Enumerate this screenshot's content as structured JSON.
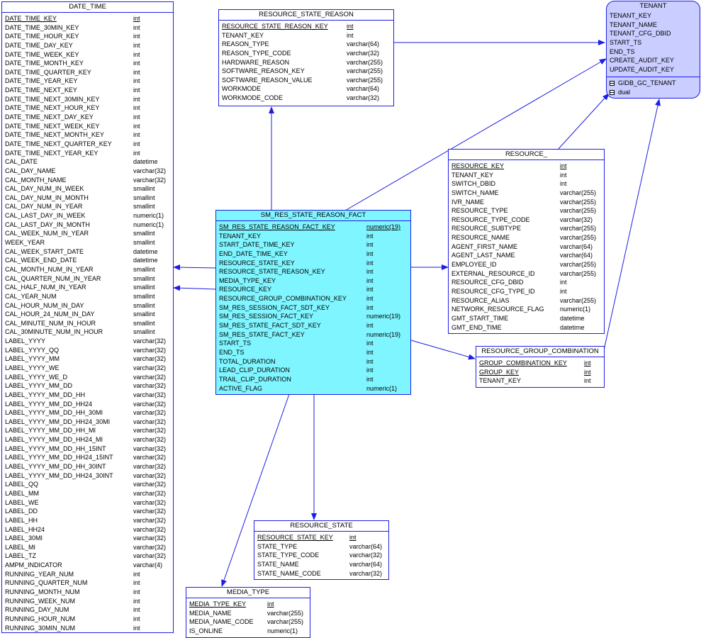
{
  "colors": {
    "border": "#1e1ee6",
    "fact_fill": "#7ff5ff",
    "tenant_fill": "#c9cdff",
    "arrow": "#1e1ee6"
  },
  "entities": {
    "date_time": {
      "title": "DATE_TIME",
      "columns": [
        {
          "name": "DATE_TIME_KEY",
          "type": "int",
          "pk": true
        },
        {
          "name": "DATE_TIME_30MIN_KEY",
          "type": "int"
        },
        {
          "name": "DATE_TIME_HOUR_KEY",
          "type": "int"
        },
        {
          "name": "DATE_TIME_DAY_KEY",
          "type": "int"
        },
        {
          "name": "DATE_TIME_WEEK_KEY",
          "type": "int"
        },
        {
          "name": "DATE_TIME_MONTH_KEY",
          "type": "int"
        },
        {
          "name": "DATE_TIME_QUARTER_KEY",
          "type": "int"
        },
        {
          "name": "DATE_TIME_YEAR_KEY",
          "type": "int"
        },
        {
          "name": "DATE_TIME_NEXT_KEY",
          "type": "int"
        },
        {
          "name": "DATE_TIME_NEXT_30MIN_KEY",
          "type": "int"
        },
        {
          "name": "DATE_TIME_NEXT_HOUR_KEY",
          "type": "int"
        },
        {
          "name": "DATE_TIME_NEXT_DAY_KEY",
          "type": "int"
        },
        {
          "name": "DATE_TIME_NEXT_WEEK_KEY",
          "type": "int"
        },
        {
          "name": "DATE_TIME_NEXT_MONTH_KEY",
          "type": "int"
        },
        {
          "name": "DATE_TIME_NEXT_QUARTER_KEY",
          "type": "int"
        },
        {
          "name": "DATE_TIME_NEXT_YEAR_KEY",
          "type": "int"
        },
        {
          "name": "CAL_DATE",
          "type": "datetime"
        },
        {
          "name": "CAL_DAY_NAME",
          "type": "varchar(32)"
        },
        {
          "name": "CAL_MONTH_NAME",
          "type": "varchar(32)"
        },
        {
          "name": "CAL_DAY_NUM_IN_WEEK",
          "type": "smallint"
        },
        {
          "name": "CAL_DAY_NUM_IN_MONTH",
          "type": "smallint"
        },
        {
          "name": "CAL_DAY_NUM_IN_YEAR",
          "type": "smallint"
        },
        {
          "name": "CAL_LAST_DAY_IN_WEEK",
          "type": "numeric(1)"
        },
        {
          "name": "CAL_LAST_DAY_IN_MONTH",
          "type": "numeric(1)"
        },
        {
          "name": "CAL_WEEK_NUM_IN_YEAR",
          "type": "smallint"
        },
        {
          "name": "WEEK_YEAR",
          "type": "smallint"
        },
        {
          "name": "CAL_WEEK_START_DATE",
          "type": "datetime"
        },
        {
          "name": "CAL_WEEK_END_DATE",
          "type": "datetime"
        },
        {
          "name": "CAL_MONTH_NUM_IN_YEAR",
          "type": "smallint"
        },
        {
          "name": "CAL_QUARTER_NUM_IN_YEAR",
          "type": "smallint"
        },
        {
          "name": "CAL_HALF_NUM_IN_YEAR",
          "type": "smallint"
        },
        {
          "name": "CAL_YEAR_NUM",
          "type": "smallint"
        },
        {
          "name": "CAL_HOUR_NUM_IN_DAY",
          "type": "smallint"
        },
        {
          "name": "CAL_HOUR_24_NUM_IN_DAY",
          "type": "smallint"
        },
        {
          "name": "CAL_MINUTE_NUM_IN_HOUR",
          "type": "smallint"
        },
        {
          "name": "CAL_30MINUTE_NUM_IN_HOUR",
          "type": "smallint"
        },
        {
          "name": "LABEL_YYYY",
          "type": "varchar(32)"
        },
        {
          "name": "LABEL_YYYY_QQ",
          "type": "varchar(32)"
        },
        {
          "name": "LABEL_YYYY_MM",
          "type": "varchar(32)"
        },
        {
          "name": "LABEL_YYYY_WE",
          "type": "varchar(32)"
        },
        {
          "name": "LABEL_YYYY_WE_D",
          "type": "varchar(32)"
        },
        {
          "name": "LABEL_YYYY_MM_DD",
          "type": "varchar(32)"
        },
        {
          "name": "LABEL_YYYY_MM_DD_HH",
          "type": "varchar(32)"
        },
        {
          "name": "LABEL_YYYY_MM_DD_HH24",
          "type": "varchar(32)"
        },
        {
          "name": "LABEL_YYYY_MM_DD_HH_30MI",
          "type": "varchar(32)"
        },
        {
          "name": "LABEL_YYYY_MM_DD_HH24_30MI",
          "type": "varchar(32)"
        },
        {
          "name": "LABEL_YYYY_MM_DD_HH_MI",
          "type": "varchar(32)"
        },
        {
          "name": "LABEL_YYYY_MM_DD_HH24_MI",
          "type": "varchar(32)"
        },
        {
          "name": "LABEL_YYYY_MM_DD_HH_15INT",
          "type": "varchar(32)"
        },
        {
          "name": "LABEL_YYYY_MM_DD_HH24_15INT",
          "type": "varchar(32)"
        },
        {
          "name": "LABEL_YYYY_MM_DD_HH_30INT",
          "type": "varchar(32)"
        },
        {
          "name": "LABEL_YYYY_MM_DD_HH24_30INT",
          "type": "varchar(32)"
        },
        {
          "name": "LABEL_QQ",
          "type": "varchar(32)"
        },
        {
          "name": "LABEL_MM",
          "type": "varchar(32)"
        },
        {
          "name": "LABEL_WE",
          "type": "varchar(32)"
        },
        {
          "name": "LABEL_DD",
          "type": "varchar(32)"
        },
        {
          "name": "LABEL_HH",
          "type": "varchar(32)"
        },
        {
          "name": "LABEL_HH24",
          "type": "varchar(32)"
        },
        {
          "name": "LABEL_30MI",
          "type": "varchar(32)"
        },
        {
          "name": "LABEL_MI",
          "type": "varchar(32)"
        },
        {
          "name": "LABEL_TZ",
          "type": "varchar(32)"
        },
        {
          "name": "AMPM_INDICATOR",
          "type": "varchar(4)"
        },
        {
          "name": "RUNNING_YEAR_NUM",
          "type": "int"
        },
        {
          "name": "RUNNING_QUARTER_NUM",
          "type": "int"
        },
        {
          "name": "RUNNING_MONTH_NUM",
          "type": "int"
        },
        {
          "name": "RUNNING_WEEK_NUM",
          "type": "int"
        },
        {
          "name": "RUNNING_DAY_NUM",
          "type": "int"
        },
        {
          "name": "RUNNING_HOUR_NUM",
          "type": "int"
        },
        {
          "name": "RUNNING_30MIN_NUM",
          "type": "int"
        }
      ]
    },
    "resource_state_reason": {
      "title": "RESOURCE_STATE_REASON",
      "columns": [
        {
          "name": "RESOURCE_STATE_REASON_KEY",
          "type": "int",
          "pk": true
        },
        {
          "name": "TENANT_KEY",
          "type": "int"
        },
        {
          "name": "REASON_TYPE",
          "type": "varchar(64)"
        },
        {
          "name": "REASON_TYPE_CODE",
          "type": "varchar(32)"
        },
        {
          "name": "HARDWARE_REASON",
          "type": "varchar(255)"
        },
        {
          "name": "SOFTWARE_REASON_KEY",
          "type": "varchar(255)"
        },
        {
          "name": "SOFTWARE_REASON_VALUE",
          "type": "varchar(255)"
        },
        {
          "name": "WORKMODE",
          "type": "varchar(64)"
        },
        {
          "name": "WORKMODE_CODE",
          "type": "varchar(32)"
        }
      ]
    },
    "tenant": {
      "title": "TENANT",
      "columns": [
        {
          "name": "TENANT_KEY"
        },
        {
          "name": "TENANT_NAME"
        },
        {
          "name": "TENANT_CFG_DBID"
        },
        {
          "name": "START_TS"
        },
        {
          "name": "END_TS"
        },
        {
          "name": "CREATE_AUDIT_KEY"
        },
        {
          "name": "UPDATE_AUDIT_KEY"
        }
      ],
      "extras": [
        {
          "name": "GIDB_GC_TENANT",
          "icon": "table-icon"
        },
        {
          "name": "dual",
          "icon": "table-icon"
        }
      ]
    },
    "resource": {
      "title": "RESOURCE_",
      "columns": [
        {
          "name": "RESOURCE_KEY",
          "type": "int",
          "pk": true
        },
        {
          "name": "TENANT_KEY",
          "type": "int"
        },
        {
          "name": "SWITCH_DBID",
          "type": "int"
        },
        {
          "name": "SWITCH_NAME",
          "type": "varchar(255)"
        },
        {
          "name": "IVR_NAME",
          "type": "varchar(255)"
        },
        {
          "name": "RESOURCE_TYPE",
          "type": "varchar(255)"
        },
        {
          "name": "RESOURCE_TYPE_CODE",
          "type": "varchar(32)"
        },
        {
          "name": "RESOURCE_SUBTYPE",
          "type": "varchar(255)"
        },
        {
          "name": "RESOURCE_NAME",
          "type": "varchar(255)"
        },
        {
          "name": "AGENT_FIRST_NAME",
          "type": "varchar(64)"
        },
        {
          "name": "AGENT_LAST_NAME",
          "type": "varchar(64)"
        },
        {
          "name": "EMPLOYEE_ID",
          "type": "varchar(255)"
        },
        {
          "name": "EXTERNAL_RESOURCE_ID",
          "type": "varchar(255)"
        },
        {
          "name": "RESOURCE_CFG_DBID",
          "type": "int"
        },
        {
          "name": "RESOURCE_CFG_TYPE_ID",
          "type": "int"
        },
        {
          "name": "RESOURCE_ALIAS",
          "type": "varchar(255)"
        },
        {
          "name": "NETWORK_RESOURCE_FLAG",
          "type": "numeric(1)"
        },
        {
          "name": "GMT_START_TIME",
          "type": "datetime"
        },
        {
          "name": "GMT_END_TIME",
          "type": "datetime"
        }
      ]
    },
    "fact": {
      "title": "SM_RES_STATE_REASON_FACT",
      "columns": [
        {
          "name": "SM_RES_STATE_REASON_FACT_KEY",
          "type": "numeric(19)",
          "pk": true
        },
        {
          "name": "TENANT_KEY",
          "type": "int"
        },
        {
          "name": "START_DATE_TIME_KEY",
          "type": "int"
        },
        {
          "name": "END_DATE_TIME_KEY",
          "type": "int"
        },
        {
          "name": "RESOURCE_STATE_KEY",
          "type": "int"
        },
        {
          "name": "RESOURCE_STATE_REASON_KEY",
          "type": "int"
        },
        {
          "name": "MEDIA_TYPE_KEY",
          "type": "int"
        },
        {
          "name": "RESOURCE_KEY",
          "type": "int"
        },
        {
          "name": "RESOURCE_GROUP_COMBINATION_KEY",
          "type": "int"
        },
        {
          "name": "SM_RES_SESSION_FACT_SDT_KEY",
          "type": "int"
        },
        {
          "name": "SM_RES_SESSION_FACT_KEY",
          "type": "numeric(19)"
        },
        {
          "name": "SM_RES_STATE_FACT_SDT_KEY",
          "type": "int"
        },
        {
          "name": "SM_RES_STATE_FACT_KEY",
          "type": "numeric(19)"
        },
        {
          "name": "START_TS",
          "type": "int"
        },
        {
          "name": "END_TS",
          "type": "int"
        },
        {
          "name": "TOTAL_DURATION",
          "type": "int"
        },
        {
          "name": "LEAD_CLIP_DURATION",
          "type": "int"
        },
        {
          "name": "TRAIL_CLIP_DURATION",
          "type": "int"
        },
        {
          "name": "ACTIVE_FLAG",
          "type": "numeric(1)"
        }
      ]
    },
    "resource_group_combination": {
      "title": "RESOURCE_GROUP_COMBINATION",
      "columns": [
        {
          "name": "GROUP_COMBINATION_KEY",
          "type": "int",
          "pk": true
        },
        {
          "name": "GROUP_KEY",
          "type": "int",
          "pk": true
        },
        {
          "name": "TENANT_KEY",
          "type": "int"
        }
      ]
    },
    "resource_state": {
      "title": "RESOURCE_STATE",
      "columns": [
        {
          "name": "RESOURCE_STATE_KEY",
          "type": "int",
          "pk": true
        },
        {
          "name": "STATE_TYPE",
          "type": "varchar(64)"
        },
        {
          "name": "STATE_TYPE_CODE",
          "type": "varchar(32)"
        },
        {
          "name": "STATE_NAME",
          "type": "varchar(64)"
        },
        {
          "name": "STATE_NAME_CODE",
          "type": "varchar(32)"
        }
      ]
    },
    "media_type": {
      "title": "MEDIA_TYPE",
      "columns": [
        {
          "name": "MEDIA_TYPE_KEY",
          "type": "int",
          "pk": true
        },
        {
          "name": "MEDIA_NAME",
          "type": "varchar(255)"
        },
        {
          "name": "MEDIA_NAME_CODE",
          "type": "varchar(255)"
        },
        {
          "name": "IS_ONLINE",
          "type": "numeric(1)"
        }
      ]
    }
  }
}
